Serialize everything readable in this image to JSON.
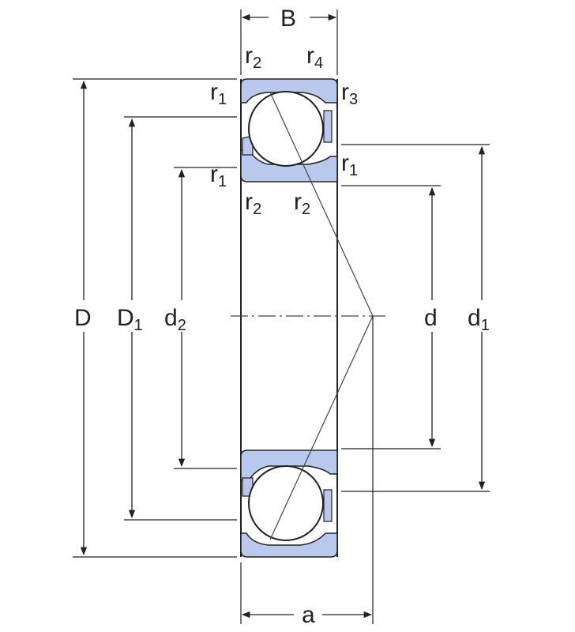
{
  "colors": {
    "ring": "#b9c9ee",
    "line": "#222222",
    "ball": "#ffffff"
  },
  "labels": {
    "B": "B",
    "a": "a",
    "D": "D",
    "D1": {
      "base": "D",
      "sub": "1"
    },
    "d2": {
      "base": "d",
      "sub": "2"
    },
    "d": "d",
    "d1": {
      "base": "d",
      "sub": "1"
    },
    "r1_top_left": {
      "base": "r",
      "sub": "1"
    },
    "r2_top": {
      "base": "r",
      "sub": "2"
    },
    "r4_top": {
      "base": "r",
      "sub": "4"
    },
    "r3_right": {
      "base": "r",
      "sub": "3"
    },
    "r1_right": {
      "base": "r",
      "sub": "1"
    },
    "r1_mid_left": {
      "base": "r",
      "sub": "1"
    },
    "r2_bottom_left": {
      "base": "r",
      "sub": "2"
    },
    "r2_bottom_right": {
      "base": "r",
      "sub": "2"
    }
  }
}
